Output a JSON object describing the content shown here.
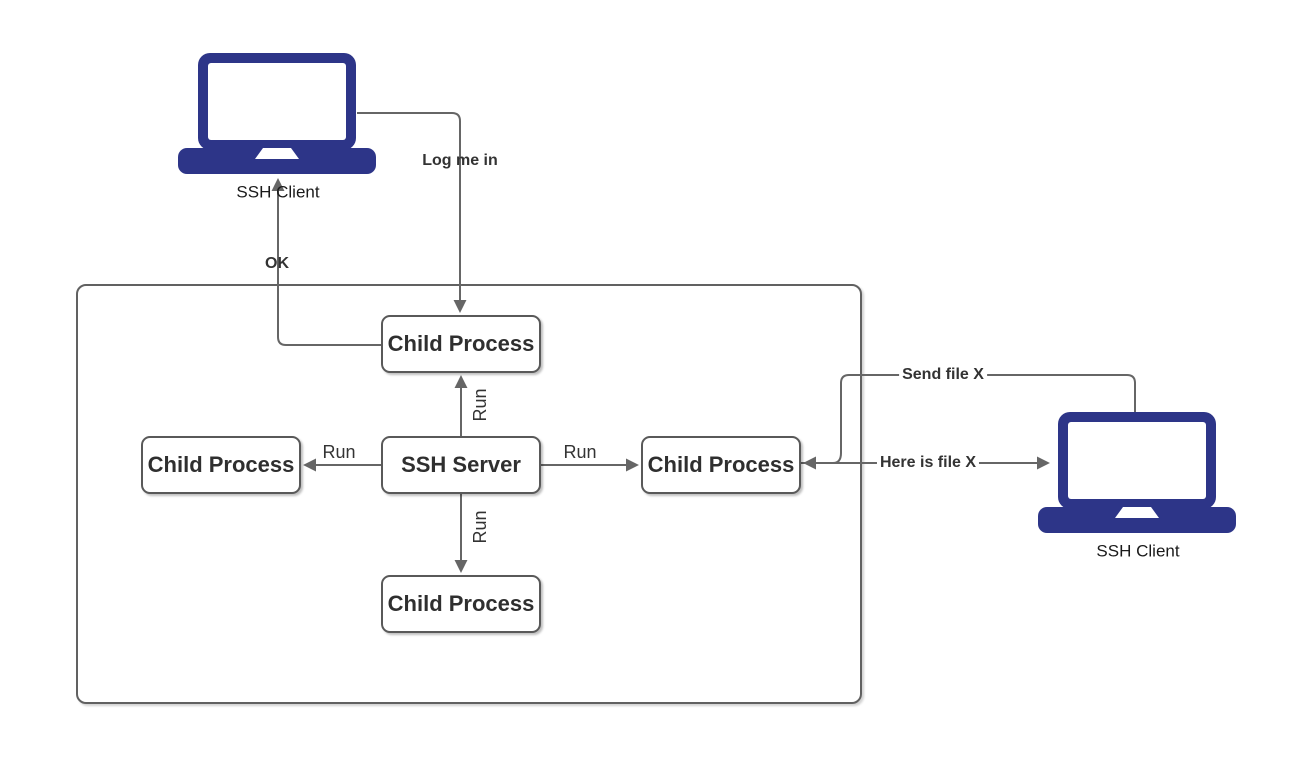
{
  "diagram": {
    "colors": {
      "background": "#ffffff",
      "connector": "#666666",
      "node_border": "#595959",
      "node_text": "#2f2f2f",
      "label_text": "#333333",
      "laptop_fill": "#2d3588"
    },
    "clients": {
      "left": {
        "label": "SSH Client"
      },
      "right": {
        "label": "SSH Client"
      }
    },
    "server_group": {
      "server": {
        "label": "SSH Server"
      },
      "children": {
        "top": {
          "label": "Child Process"
        },
        "left": {
          "label": "Child Process"
        },
        "right": {
          "label": "Child Process"
        },
        "bottom": {
          "label": "Child Process"
        }
      }
    },
    "edges": {
      "log_me_in": {
        "label": "Log me in"
      },
      "ok": {
        "label": "OK"
      },
      "run_up": {
        "label": "Run"
      },
      "run_left": {
        "label": "Run"
      },
      "run_right": {
        "label": "Run"
      },
      "run_down": {
        "label": "Run"
      },
      "send_file_x": {
        "label": "Send file X"
      },
      "here_is_file_x": {
        "label": "Here is file X"
      }
    }
  }
}
